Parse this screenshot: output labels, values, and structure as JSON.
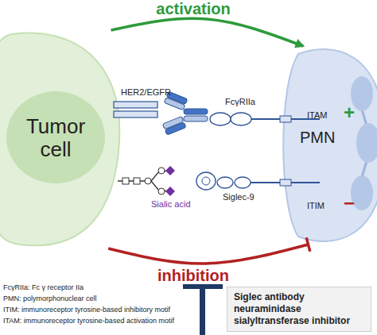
{
  "diagram": {
    "nodes": [
      {
        "text": [
          "Tumor cell"
        ]
      },
      {
        "text": [
          "PMN"
        ]
      },
      {
        "text": [
          "Siglec antibody neuraminidase sialyltransferase inhibitor"
        ]
      }
    ],
    "edges": [
      {
        "from": 0,
        "to": 1,
        "arrow": "to",
        "label": "activation"
      },
      {
        "from": 0,
        "to": 1,
        "arrow": "to",
        "label": "inhibition"
      }
    ],
    "labels": [
      "HER2/EGFR",
      "FcγRIIa",
      "ITAM",
      "+",
      "Sialic acid",
      "Siglec-9",
      "ITIM",
      "−",
      "FcγRIIa: Fc γ receptor IIa",
      "PMN: polymorphonuclear cell",
      "ITIM: immunoreceptor tyrosine-based inhibitory motif",
      "ITAM: immunoreceptor tyrosine-based activation motif"
    ]
  }
}
